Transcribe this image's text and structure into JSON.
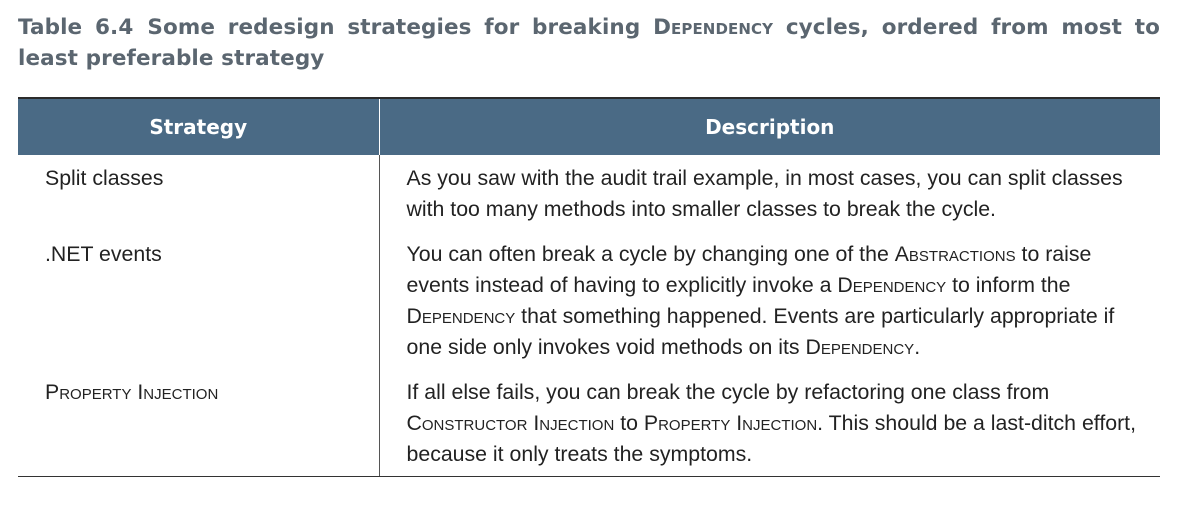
{
  "caption": {
    "number": "Table 6.4",
    "text_before": "Some redesign strategies for breaking ",
    "dependency": "Dependency",
    "text_after": " cycles, ordered from most to least preferable strategy"
  },
  "table": {
    "headers": {
      "strategy": "Strategy",
      "description": "Description"
    },
    "rows": [
      {
        "strategy": "Split classes",
        "strategy_small_caps": false,
        "description_parts": [
          {
            "text": "As you saw with the audit trail example, in most cases, you can split classes with too many methods into smaller classes to break the cycle.",
            "sc": false
          }
        ]
      },
      {
        "strategy": ".NET events",
        "strategy_small_caps": false,
        "description_parts": [
          {
            "text": "You can often break a cycle by changing one of the ",
            "sc": false
          },
          {
            "text": "Abstractions",
            "sc": true
          },
          {
            "text": " to raise events instead of having to explicitly invoke a ",
            "sc": false
          },
          {
            "text": "Dependency",
            "sc": true
          },
          {
            "text": " to inform the ",
            "sc": false
          },
          {
            "text": "Dependency",
            "sc": true
          },
          {
            "text": " that something happened. Events are particularly appropri­ate if one side only invokes void methods on its ",
            "sc": false
          },
          {
            "text": "Dependency",
            "sc": true
          },
          {
            "text": ".",
            "sc": false
          }
        ]
      },
      {
        "strategy": "Property Injection",
        "strategy_small_caps": true,
        "description_parts": [
          {
            "text": "If all else fails, you can break the cycle by refactoring one class from ",
            "sc": false
          },
          {
            "text": "Constructor Injection",
            "sc": true
          },
          {
            "text": " to ",
            "sc": false
          },
          {
            "text": "Property Injection",
            "sc": true
          },
          {
            "text": ". This should be a last-ditch effort, because it only treats the symptoms.",
            "sc": false
          }
        ]
      }
    ]
  }
}
